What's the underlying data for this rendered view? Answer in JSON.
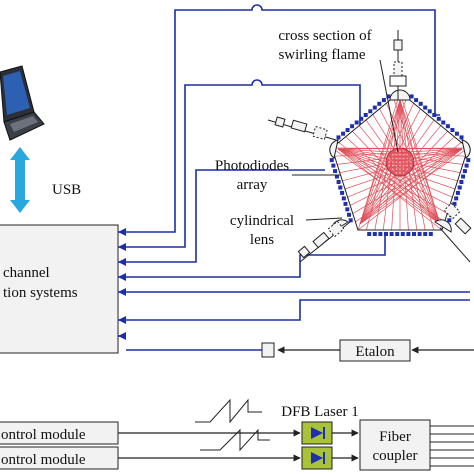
{
  "labels": {
    "usb": "USB",
    "daq_line1": "channel",
    "daq_line2": "tion systems",
    "cross_section_line1": "cross section of",
    "cross_section_line2": "swirling flame",
    "photodiodes_line1": "Photodiodes",
    "photodiodes_line2": "array",
    "cylindrical_line1": "cylindrical",
    "cylindrical_line2": "lens",
    "etalon": "Etalon",
    "dfb_laser": "DFB Laser 1",
    "control_module_1": "ontrol module",
    "control_module_2": "ontrol module",
    "fiber_coupler_line1": "Fiber",
    "fiber_coupler_line2": "coupler"
  },
  "colors": {
    "signal_wire": "#1b2fa8",
    "photodiode": "#1f2fb0",
    "usb_arrow": "#29a8e0",
    "laser_beam": "#e0505a",
    "laser_block": "#a8c23a",
    "box_fill": "#f2f2f2",
    "line": "#222222"
  }
}
